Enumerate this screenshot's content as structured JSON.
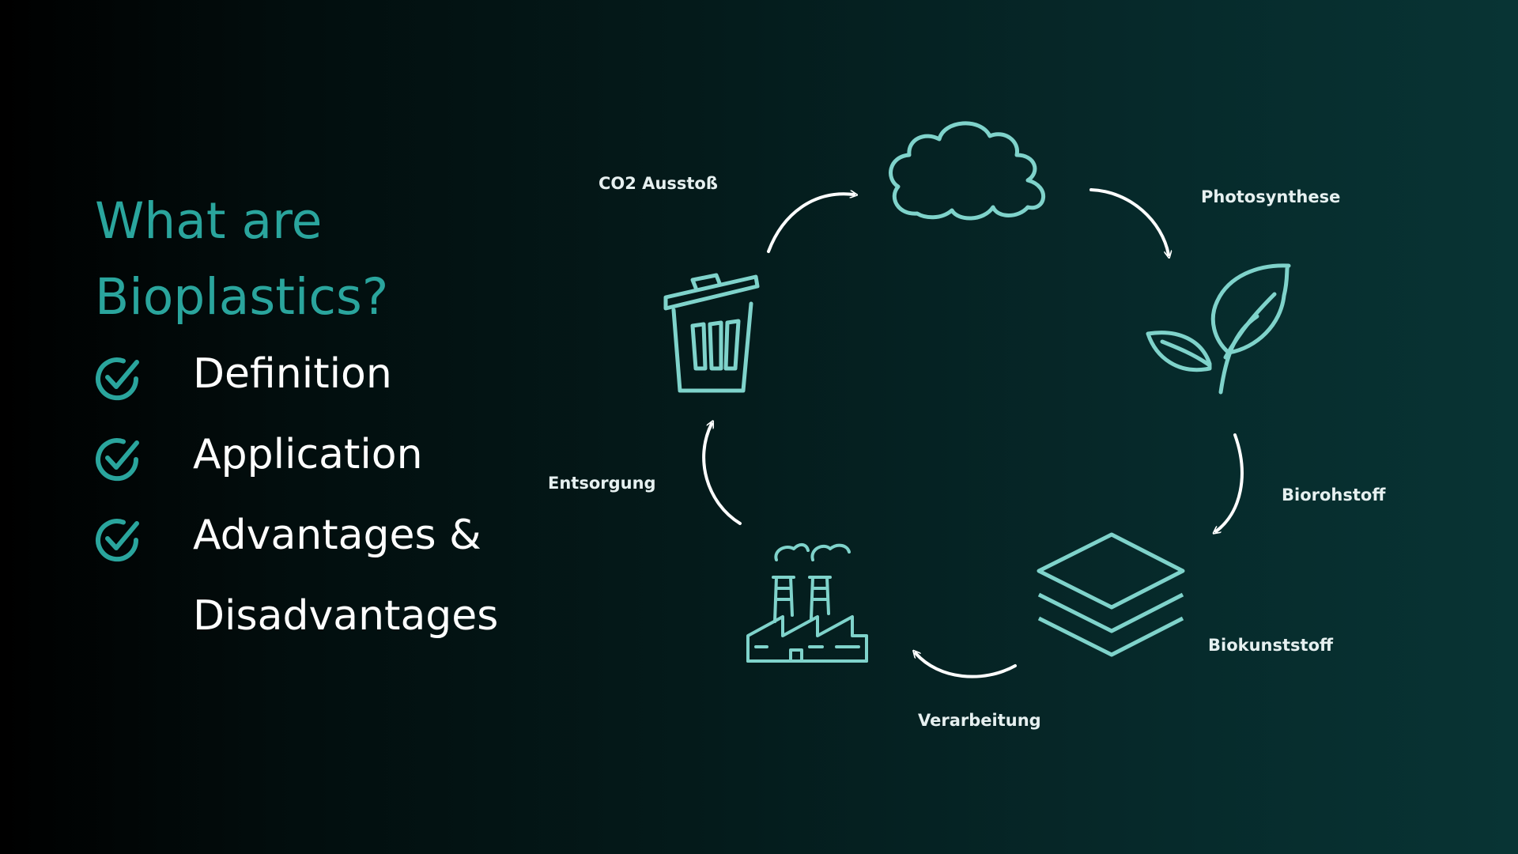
{
  "title": {
    "line1": "What are",
    "line2": "Bioplastics?"
  },
  "checklist": [
    {
      "icon": "check-circle-icon",
      "label": "Definition"
    },
    {
      "icon": "check-circle-icon",
      "label": "Application"
    },
    {
      "icon": "check-circle-icon",
      "label_line1": "Advantages &",
      "label_line2": "Disadvantages"
    }
  ],
  "cycle": {
    "steps": [
      {
        "icon": "cloud-icon",
        "label": "Photosynthese"
      },
      {
        "icon": "leaf-icon",
        "label": "Biorohstoff"
      },
      {
        "icon": "layers-icon",
        "label": "Biokunststoff"
      },
      {
        "icon": "factory-icon",
        "label": "Verarbeitung"
      },
      {
        "icon": "trash-can-icon",
        "label": "Entsorgung"
      },
      {
        "icon": "arrow-icon",
        "label": "CO2 Ausstoß"
      }
    ]
  },
  "colors": {
    "accent": "#2aa59d",
    "icon_stroke": "#7fd3cb",
    "text": "#ffffff",
    "arrow": "#ffffff"
  }
}
